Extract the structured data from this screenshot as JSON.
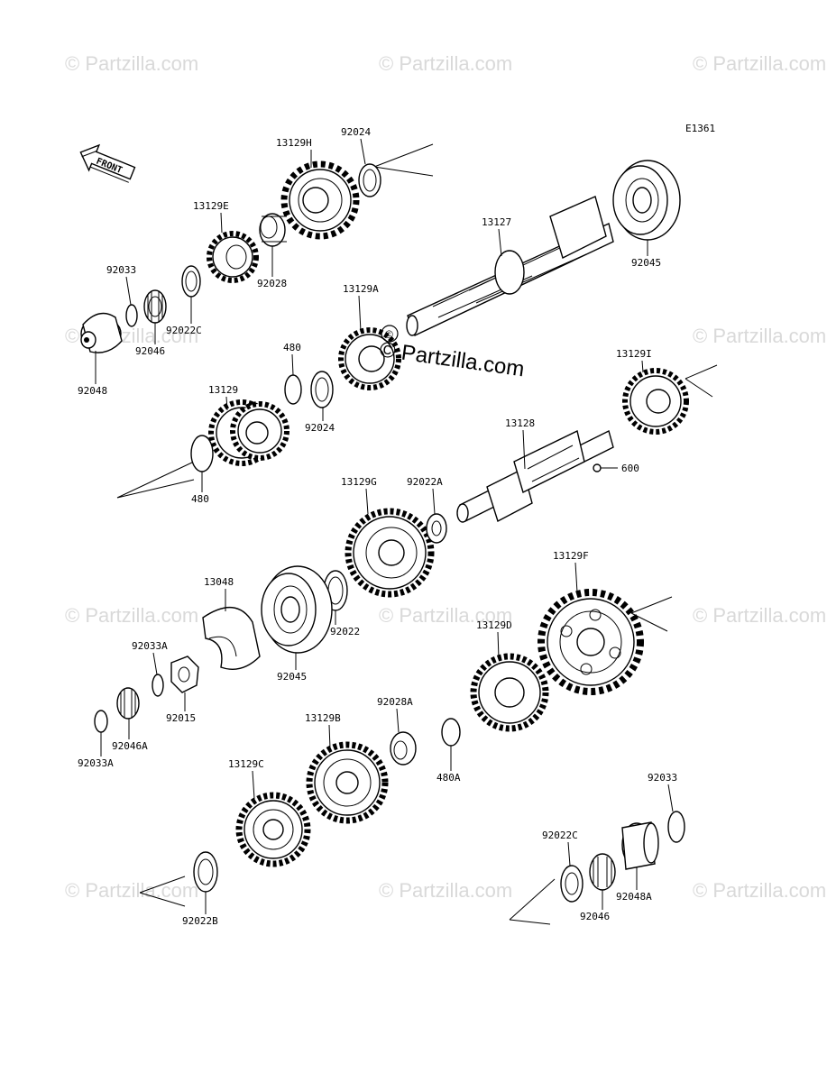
{
  "diagram": {
    "code": "E1361",
    "front_label": "FRONT",
    "watermark_center": "© Partzilla.com",
    "watermark_faint": "© Partzilla.com",
    "labels": {
      "l_13129H": "13129H",
      "l_92024_top": "92024",
      "l_13129E": "13129E",
      "l_92033_top": "92033",
      "l_92028": "92028",
      "l_92022C_top": "92022C",
      "l_92046_top": "92046",
      "l_92048": "92048",
      "l_13127": "13127",
      "l_92045_top": "92045",
      "l_13129A": "13129A",
      "l_480_top": "480",
      "l_13129": "13129",
      "l_92024_mid": "92024",
      "l_480_low": "480",
      "l_13128": "13128",
      "l_13129I": "13129I",
      "l_600": "600",
      "l_13129G": "13129G",
      "l_92022A": "92022A",
      "l_13048": "13048",
      "l_92022": "92022",
      "l_13129F": "13129F",
      "l_92045_mid": "92045",
      "l_92033A_top": "92033A",
      "l_92015": "92015",
      "l_13129D": "13129D",
      "l_92046A": "92046A",
      "l_92033A_low": "92033A",
      "l_13129B": "13129B",
      "l_92028A": "92028A",
      "l_480A": "480A",
      "l_13129C": "13129C",
      "l_92033_low": "92033",
      "l_92022C_low": "92022C",
      "l_92048A": "92048A",
      "l_92046_low": "92046",
      "l_92022B": "92022B"
    }
  }
}
